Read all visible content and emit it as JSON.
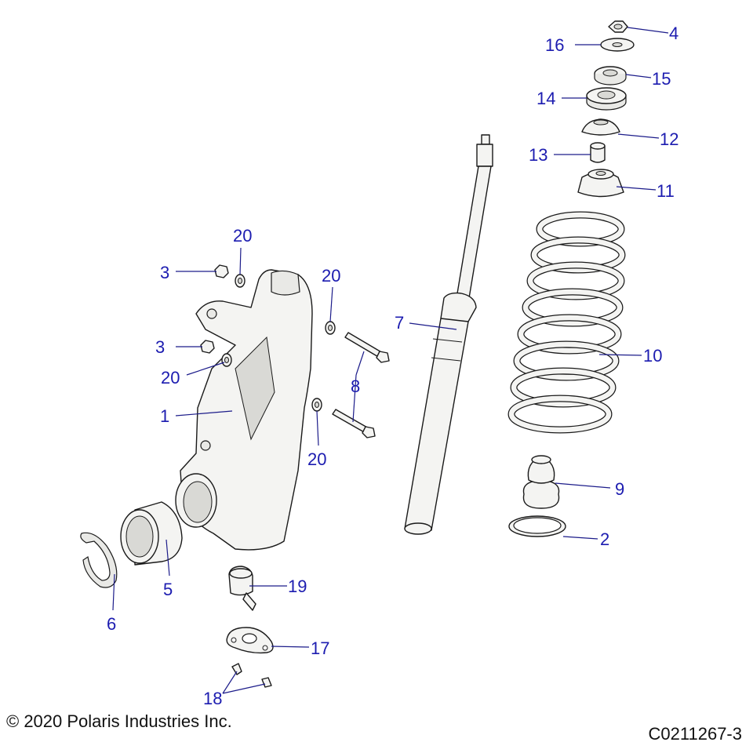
{
  "diagram": {
    "callouts": [
      {
        "id": "c4",
        "label": "4"
      },
      {
        "id": "c16",
        "label": "16"
      },
      {
        "id": "c15",
        "label": "15"
      },
      {
        "id": "c14",
        "label": "14"
      },
      {
        "id": "c12",
        "label": "12"
      },
      {
        "id": "c13",
        "label": "13"
      },
      {
        "id": "c11",
        "label": "11"
      },
      {
        "id": "c20a",
        "label": "20"
      },
      {
        "id": "c3a",
        "label": "3"
      },
      {
        "id": "c20b",
        "label": "20"
      },
      {
        "id": "c7",
        "label": "7"
      },
      {
        "id": "c3b",
        "label": "3"
      },
      {
        "id": "c20c",
        "label": "20"
      },
      {
        "id": "c8",
        "label": "8"
      },
      {
        "id": "c10",
        "label": "10"
      },
      {
        "id": "c1",
        "label": "1"
      },
      {
        "id": "c20d",
        "label": "20"
      },
      {
        "id": "c9",
        "label": "9"
      },
      {
        "id": "c2",
        "label": "2"
      },
      {
        "id": "c5",
        "label": "5"
      },
      {
        "id": "c19",
        "label": "19"
      },
      {
        "id": "c6",
        "label": "6"
      },
      {
        "id": "c17",
        "label": "17"
      },
      {
        "id": "c18",
        "label": "18"
      }
    ],
    "copyright": "© 2020 Polaris Industries Inc.",
    "drawing_number": "C0211267-3"
  },
  "colors": {
    "callout": "#1c1cb0",
    "leader": "#1c1c8a",
    "line": "#1a1a1a",
    "part_fill": "#f4f4f2"
  }
}
